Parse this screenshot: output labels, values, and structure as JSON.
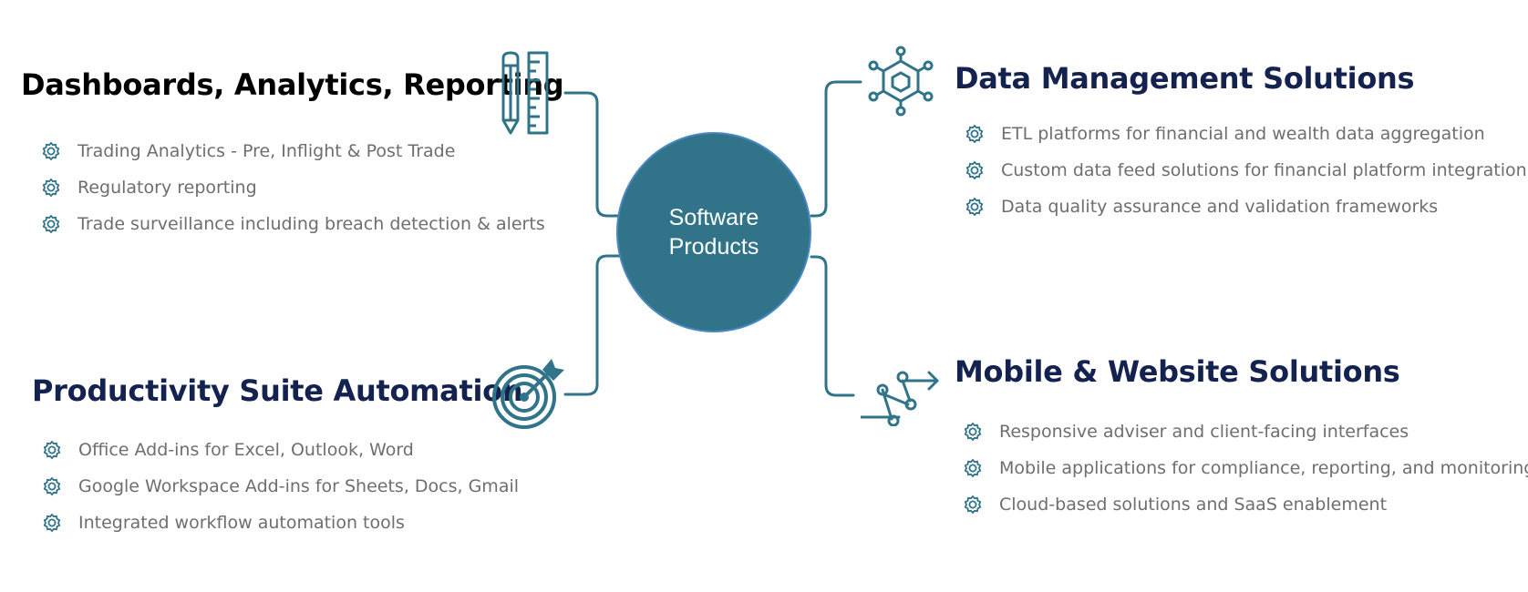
{
  "colors": {
    "accent": "#317489",
    "hub_border": "#4a88c4",
    "title_dark": "#000000",
    "title_navy": "#14224f",
    "item_text": "#6e6e6e"
  },
  "hub": {
    "line1": "Software",
    "line2": "Products"
  },
  "categories": [
    {
      "title": "Dashboards, Analytics, Reporting",
      "icon": "pencil-ruler-icon",
      "items": [
        "Trading Analytics - Pre, Inflight & Post Trade",
        "Regulatory reporting",
        "Trade surveillance including breach detection & alerts"
      ]
    },
    {
      "title": "Productivity Suite Automation",
      "icon": "target-arrow-icon",
      "items": [
        "Office Add-ins for Excel, Outlook, Word",
        "Google Workspace Add-ins for Sheets, Docs, Gmail",
        "Integrated workflow automation tools"
      ]
    },
    {
      "title": "Data Management Solutions",
      "icon": "hexagon-network-icon",
      "items": [
        "ETL platforms for financial and wealth data aggregation",
        "Custom data feed solutions for financial platform integration",
        "Data quality assurance and validation frameworks"
      ]
    },
    {
      "title": "Mobile & Website Solutions",
      "icon": "route-flow-icon",
      "items": [
        "Responsive adviser and client-facing interfaces",
        "Mobile applications for compliance, reporting, and monitoring",
        "Cloud-based solutions and SaaS enablement"
      ]
    }
  ]
}
